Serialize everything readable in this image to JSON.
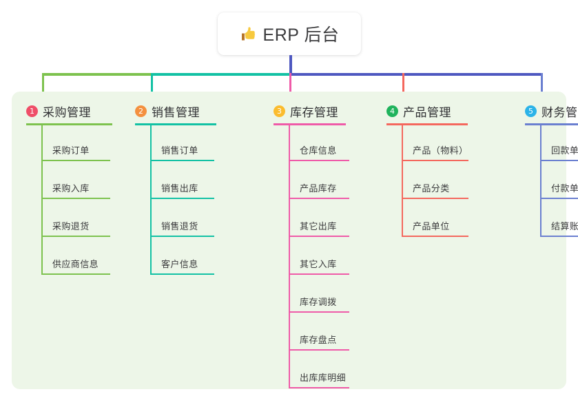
{
  "root": {
    "icon": "thumbs-up-emoji",
    "title": "ERP 后台"
  },
  "panel": {
    "background": "#edf6e8"
  },
  "connector": {
    "root_stem_color": "#4e58c0",
    "segments": [
      {
        "color": "#7dc24e"
      },
      {
        "color": "#12c1a4"
      },
      {
        "color": "#4e58c0"
      },
      {
        "color": "#4e58c0"
      },
      {
        "color": "#4e58c0"
      }
    ]
  },
  "columns": [
    {
      "index": "1",
      "badge_color": "#ef4e68",
      "line_color": "#7dc24e",
      "title": "采购管理",
      "items": [
        {
          "label": "采购订单"
        },
        {
          "label": "采购入库"
        },
        {
          "label": "采购退货"
        },
        {
          "label": "供应商信息"
        }
      ]
    },
    {
      "index": "2",
      "badge_color": "#f4903f",
      "line_color": "#12c1a4",
      "title": "销售管理",
      "items": [
        {
          "label": "销售订单"
        },
        {
          "label": "销售出库"
        },
        {
          "label": "销售退货"
        },
        {
          "label": "客户信息"
        }
      ]
    },
    {
      "index": "3",
      "badge_color": "#fbbc2e",
      "line_color": "#ef5aa8",
      "title": "库存管理",
      "items": [
        {
          "label": "仓库信息"
        },
        {
          "label": "产品库存"
        },
        {
          "label": "其它出库"
        },
        {
          "label": "其它入库"
        },
        {
          "label": "库存调拨"
        },
        {
          "label": "库存盘点"
        },
        {
          "label": "出库库明细"
        }
      ]
    },
    {
      "index": "4",
      "badge_color": "#1fb35c",
      "line_color": "#f4675d",
      "title": "产品管理",
      "items": [
        {
          "label": "产品（物料）"
        },
        {
          "label": "产品分类"
        },
        {
          "label": "产品单位"
        }
      ]
    },
    {
      "index": "5",
      "badge_color": "#2bb3e8",
      "line_color": "#6a7fd0",
      "title": "财务管理",
      "items": [
        {
          "label": "回款单"
        },
        {
          "label": "付款单"
        },
        {
          "label": "结算账户"
        }
      ]
    }
  ]
}
